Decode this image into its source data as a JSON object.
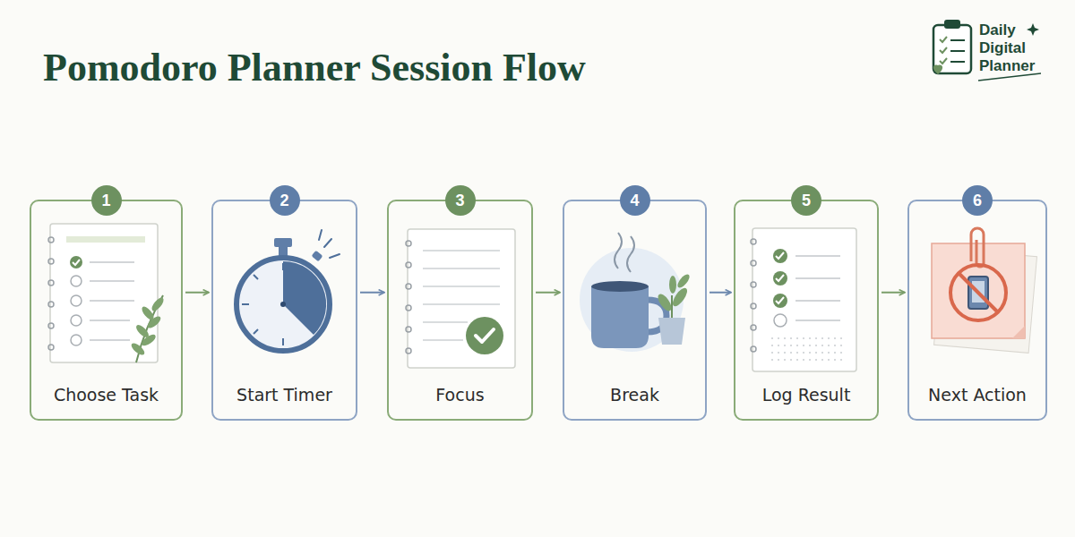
{
  "diagram": {
    "title": "Pomodoro Planner Session Flow",
    "nodes": [
      {
        "text": [
          "1",
          "Choose Task"
        ]
      },
      {
        "text": [
          "2",
          "Start Timer"
        ]
      },
      {
        "text": [
          "3",
          "Focus"
        ]
      },
      {
        "text": [
          "4",
          "Break"
        ]
      },
      {
        "text": [
          "5",
          "Log Result"
        ]
      },
      {
        "text": [
          "6",
          "Next Action"
        ]
      }
    ],
    "edges": [
      {
        "from": 0,
        "to": 1,
        "arrow": "to"
      },
      {
        "from": 1,
        "to": 2,
        "arrow": "to"
      },
      {
        "from": 2,
        "to": 3,
        "arrow": "to"
      },
      {
        "from": 3,
        "to": 4,
        "arrow": "to"
      },
      {
        "from": 4,
        "to": 5,
        "arrow": "to"
      }
    ],
    "labels": [
      "Daily Digital Planner"
    ]
  }
}
